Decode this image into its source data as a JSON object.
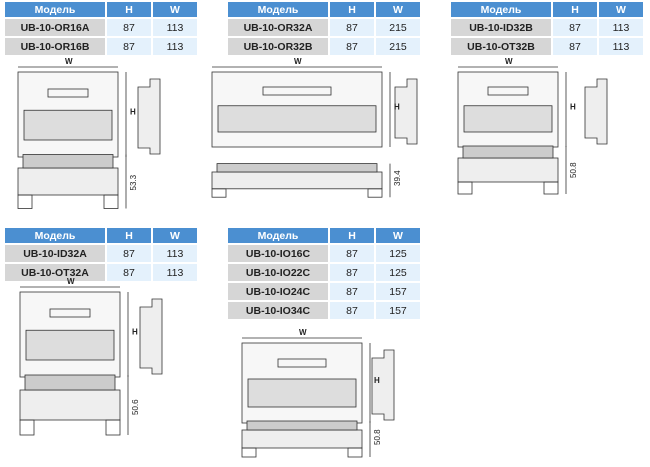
{
  "headers": {
    "model": "Модель",
    "h": "H",
    "w": "W"
  },
  "tables": [
    {
      "rows": [
        {
          "model": "UB-10-OR16A",
          "h": "87",
          "w": "113"
        },
        {
          "model": "UB-10-OR16B",
          "h": "87",
          "w": "113"
        }
      ]
    },
    {
      "rows": [
        {
          "model": "UB-10-OR32A",
          "h": "87",
          "w": "215"
        },
        {
          "model": "UB-10-OR32B",
          "h": "87",
          "w": "215"
        }
      ]
    },
    {
      "rows": [
        {
          "model": "UB-10-ID32B",
          "h": "87",
          "w": "113"
        },
        {
          "model": "UB-10-OT32B",
          "h": "87",
          "w": "113"
        }
      ]
    },
    {
      "rows": [
        {
          "model": "UB-10-ID32A",
          "h": "87",
          "w": "113"
        },
        {
          "model": "UB-10-OT32A",
          "h": "87",
          "w": "113"
        }
      ]
    },
    {
      "rows": [
        {
          "model": "UB-10-IO16C",
          "h": "87",
          "w": "125"
        },
        {
          "model": "UB-10-IO22C",
          "h": "87",
          "w": "125"
        },
        {
          "model": "UB-10-IO24C",
          "h": "87",
          "w": "157"
        },
        {
          "model": "UB-10-IO34C",
          "h": "87",
          "w": "157"
        }
      ]
    }
  ],
  "drawings": [
    {
      "w_label": "W",
      "h_label": "H",
      "depth": "53.3"
    },
    {
      "w_label": "W",
      "h_label": "H",
      "depth": "39.4"
    },
    {
      "w_label": "W",
      "h_label": "H",
      "depth": "50.8"
    },
    {
      "w_label": "W",
      "h_label": "H",
      "depth": "50.6"
    },
    {
      "w_label": "W",
      "h_label": "H",
      "depth": "50.8"
    }
  ]
}
